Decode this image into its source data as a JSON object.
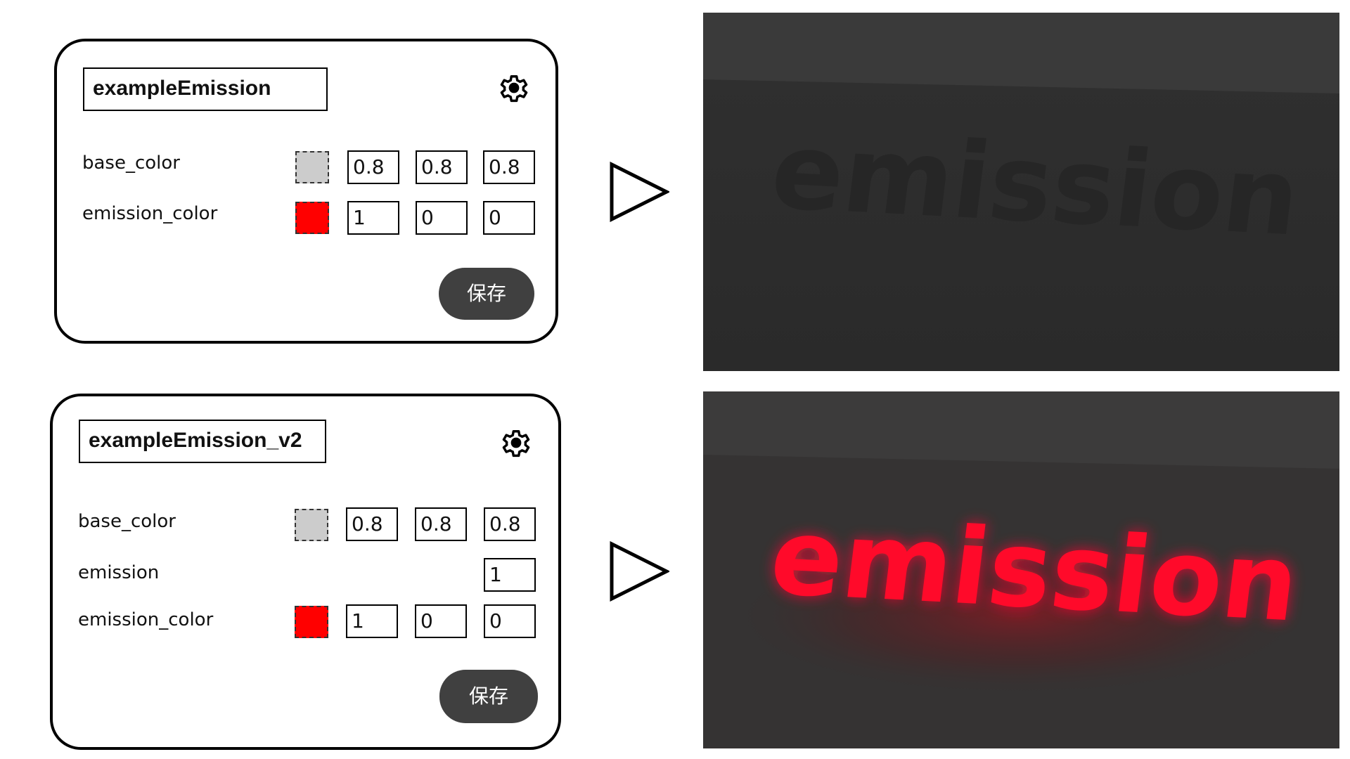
{
  "panels": [
    {
      "name": "exampleEmission",
      "base_color": {
        "label": "base_color",
        "values": [
          "0.8",
          "0.8",
          "0.8"
        ],
        "swatch": "#cccccc"
      },
      "emission_color": {
        "label": "emission_color",
        "values": [
          "1",
          "0",
          "0"
        ],
        "swatch": "#ff0000"
      },
      "save_label": "保存"
    },
    {
      "name": "exampleEmission_v2",
      "base_color": {
        "label": "base_color",
        "values": [
          "0.8",
          "0.8",
          "0.8"
        ],
        "swatch": "#cccccc"
      },
      "emission": {
        "label": "emission",
        "value": "1"
      },
      "emission_color": {
        "label": "emission_color",
        "values": [
          "1",
          "0",
          "0"
        ],
        "swatch": "#ff0000"
      },
      "save_label": "保存"
    }
  ],
  "renders": [
    {
      "text": "emission",
      "text_color": "#232323",
      "glow": false
    },
    {
      "text": "emission",
      "text_color": "#ff0a2a",
      "glow": true
    }
  ]
}
